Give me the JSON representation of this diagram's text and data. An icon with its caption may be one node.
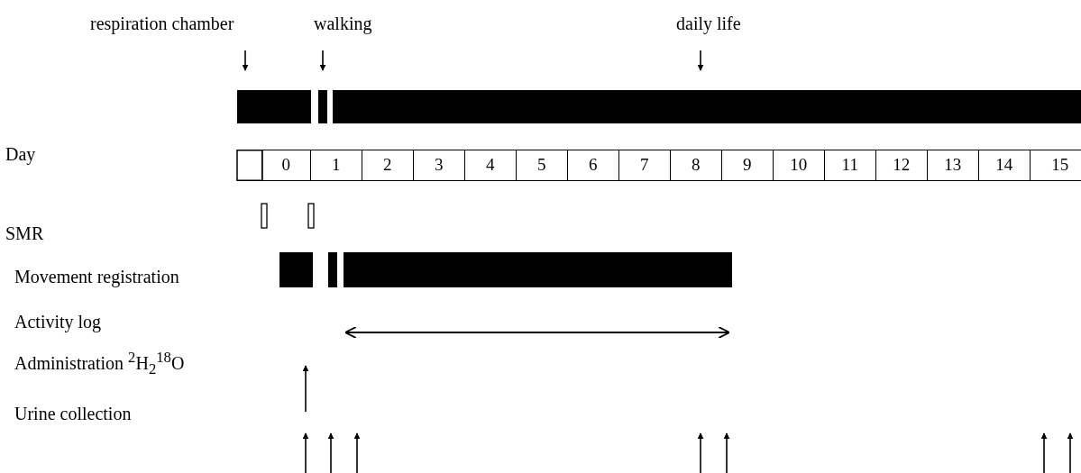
{
  "diagram": {
    "labels": [
      "respiration chamber",
      "walking",
      "daily life",
      "Day",
      "0",
      "1",
      "2",
      "3",
      "4",
      "5",
      "6",
      "7",
      "8",
      "9",
      "10",
      "11",
      "12",
      "13",
      "14",
      "15",
      "SMR",
      "Movement registration",
      "Activity log",
      "Administration $^{2}$H$_{2}$$^{18}$O",
      "Urine collection"
    ]
  }
}
